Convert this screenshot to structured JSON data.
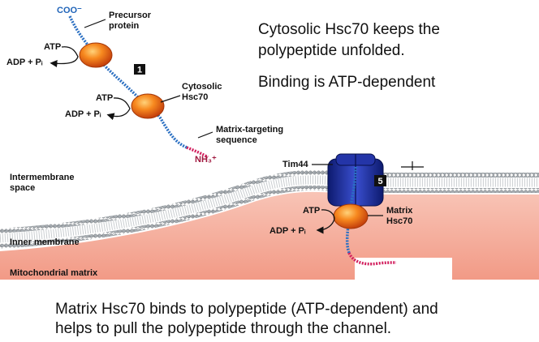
{
  "colors": {
    "chain": "#2a6fc2",
    "chain_end": "#d21f5e",
    "hsc70": "#f26a1b",
    "matrix": "#f4a99a",
    "membrane_head": "#9aa1a6",
    "tim44": "#1e2f9c"
  },
  "labels": {
    "coo": "COO⁻",
    "precursor_protein": "Precursor\nprotein",
    "atp_top": "ATP",
    "adp_top": "ADP + Pᵢ",
    "step1": "1",
    "atp_mid": "ATP",
    "adp_mid": "ADP + Pᵢ",
    "cytosolic_hsc70": "Cytosolic\nHsc70",
    "matrix_targeting_sequence": "Matrix-targeting\nsequence",
    "nh3": "NH₃⁺",
    "tim44": "Tim44",
    "step5": "5",
    "intermembrane_space": "Intermembrane\nspace",
    "inner_membrane": "Inner membrane",
    "mitochondrial_matrix": "Mitochondrial matrix",
    "atp_matrix": "ATP",
    "adp_matrix": "ADP + Pᵢ",
    "matrix_hsc70": "Matrix\nHsc70"
  },
  "notes": {
    "line1": "Cytosolic Hsc70 keeps the",
    "line2": "polypeptide unfolded.",
    "line3": "Binding is ATP-dependent"
  },
  "caption": {
    "line1": "Matrix Hsc70 binds to polypeptide (ATP-dependent) and",
    "line2": "helps to pull the polypeptide through the channel."
  }
}
